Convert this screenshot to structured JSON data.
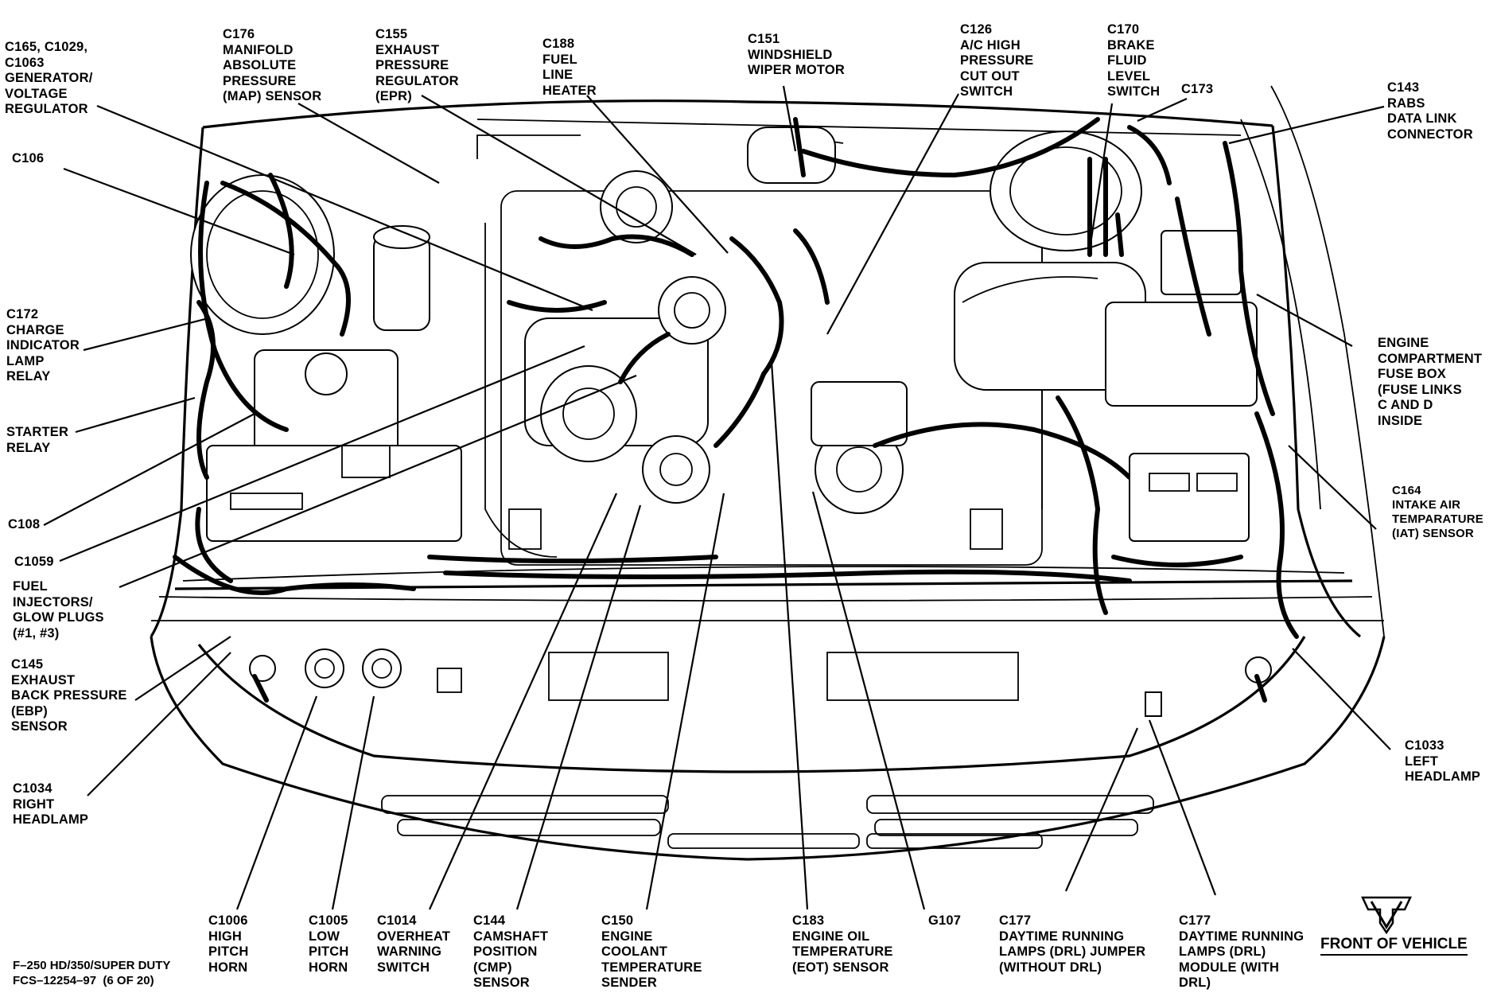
{
  "labels": {
    "c165": "C165, C1029,\nC1063\nGENERATOR/\nVOLTAGE\nREGULATOR",
    "c176": "C176\nMANIFOLD\nABSOLUTE\nPRESSURE\n(MAP) SENSOR",
    "c155": "C155\nEXHAUST\nPRESSURE\nREGULATOR\n(EPR)",
    "c188": "C188\nFUEL\nLINE\nHEATER",
    "c151": "C151\nWINDSHIELD\nWIPER MOTOR",
    "c126": "C126\nA/C HIGH\nPRESSURE\nCUT OUT\nSWITCH",
    "c170": "C170\nBRAKE\nFLUID\nLEVEL\nSWITCH",
    "c173": "C173",
    "c143": "C143\nRABS\nDATA LINK\nCONNECTOR",
    "c106": "C106",
    "c172": "C172\nCHARGE\nINDICATOR\nLAMP\nRELAY",
    "starter": "STARTER\nRELAY",
    "c108": "C108",
    "c1059": "C1059",
    "fuel_injectors": "FUEL\nINJECTORS/\nGLOW PLUGS\n(#1, #3)",
    "c145": "C145\nEXHAUST\nBACK PRESSURE\n(EBP)\nSENSOR",
    "c1034": "C1034\nRIGHT\nHEADLAMP",
    "engine_fuse": "ENGINE\nCOMPARTMENT\nFUSE BOX\n(FUSE LINKS\nC AND D\nINSIDE",
    "c164": "C164\nINTAKE AIR\nTEMPARATURE\n(IAT) SENSOR",
    "c1033": "C1033\nLEFT\nHEADLAMP",
    "c1006": "C1006\nHIGH\nPITCH\nHORN",
    "c1005": "C1005\nLOW\nPITCH\nHORN",
    "c1014": "C1014\nOVERHEAT\nWARNING\nSWITCH",
    "c144": "C144\nCAMSHAFT\nPOSITION\n(CMP)\nSENSOR",
    "c150": "C150\nENGINE\nCOOLANT\nTEMPERATURE\nSENDER",
    "c183": "C183\nENGINE OIL\nTEMPERATURE\n(EOT) SENSOR",
    "g107": "G107",
    "c177a": "C177\nDAYTIME RUNNING\nLAMPS (DRL) JUMPER\n(WITHOUT DRL)",
    "c177b": "C177\nDAYTIME RUNNING\nLAMPS (DRL)\nMODULE (WITH\nDRL)"
  },
  "footer": {
    "model": "F–250 HD/350/SUPER DUTY",
    "code": "FCS–12254–97  (6 OF 20)",
    "front_of_vehicle": "FRONT OF VEHICLE"
  }
}
